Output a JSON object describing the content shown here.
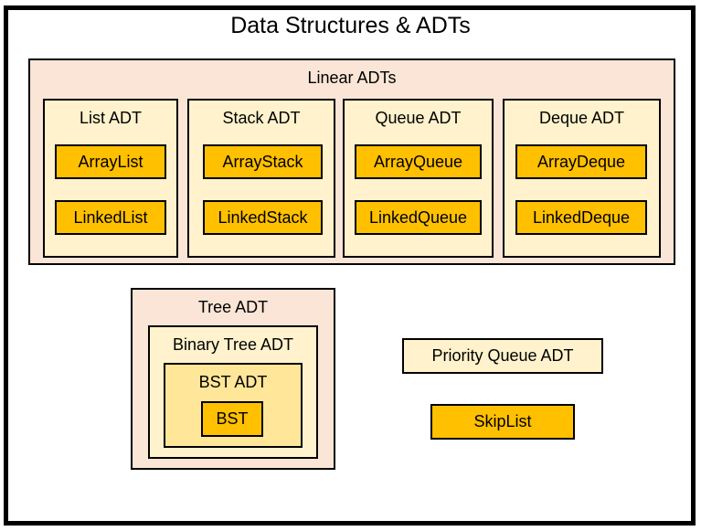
{
  "title": "Data Structures & ADTs",
  "colors": {
    "container": "#fbe5d6",
    "adt": "#fff2cc",
    "inner_adt": "#ffe699",
    "implementation": "#ffc000"
  },
  "linear": {
    "label": "Linear ADTs",
    "adts": [
      {
        "label": "List ADT",
        "impls": [
          "ArrayList",
          "LinkedList"
        ]
      },
      {
        "label": "Stack ADT",
        "impls": [
          "ArrayStack",
          "LinkedStack"
        ]
      },
      {
        "label": "Queue ADT",
        "impls": [
          "ArrayQueue",
          "LinkedQueue"
        ]
      },
      {
        "label": "Deque ADT",
        "impls": [
          "ArrayDeque",
          "LinkedDeque"
        ]
      }
    ]
  },
  "tree": {
    "label": "Tree ADT",
    "binary_tree": {
      "label": "Binary Tree ADT",
      "bst_adt": {
        "label": "BST ADT",
        "impl": "BST"
      }
    }
  },
  "priority_queue": {
    "label": "Priority Queue ADT",
    "impl": "SkipList"
  }
}
